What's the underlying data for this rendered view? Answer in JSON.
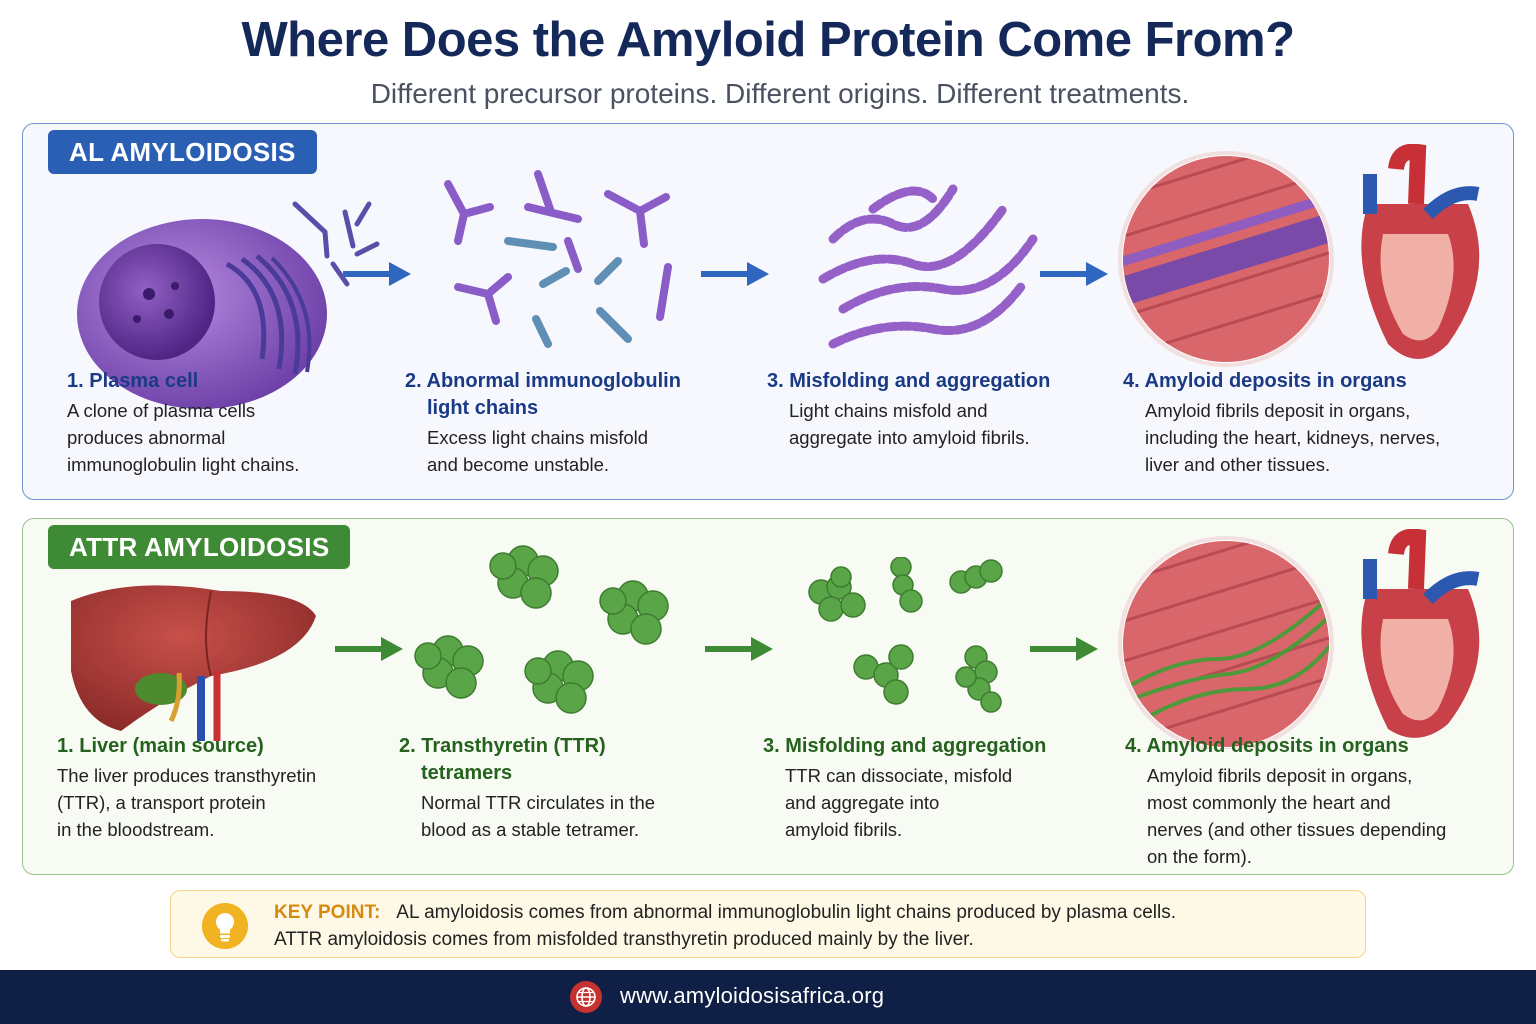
{
  "title": "Where Does the Amyloid Protein Come From?",
  "subtitle": "Different precursor proteins. Different origins. Different treatments.",
  "al": {
    "badge": "AL AMYLOIDOSIS",
    "steps": [
      {
        "title": "1. Plasma cell",
        "desc": [
          "A clone of plasma cells",
          "produces abnormal",
          "immunoglobulin light chains."
        ]
      },
      {
        "title": "2. Abnormal immunoglobulin",
        "title2": "light chains",
        "desc": [
          "Excess light chains misfold",
          "and become unstable."
        ]
      },
      {
        "title": "3. Misfolding and aggregation",
        "desc": [
          "Light chains misfold and",
          "aggregate into amyloid fibrils."
        ]
      },
      {
        "title": "4. Amyloid deposits in organs",
        "desc": [
          "Amyloid fibrils deposit in organs,",
          "including the heart, kidneys, nerves,",
          "liver and other tissues."
        ]
      }
    ]
  },
  "attr": {
    "badge": "ATTR AMYLOIDOSIS",
    "steps": [
      {
        "title": "1. Liver (main source)",
        "desc": [
          "The liver produces transthyretin",
          "(TTR), a transport protein",
          "in the bloodstream."
        ]
      },
      {
        "title": "2. Transthyretin (TTR)",
        "title2": "tetramers",
        "desc": [
          "Normal TTR circulates in the",
          "blood as a stable tetramer."
        ]
      },
      {
        "title": "3. Misfolding and aggregation",
        "desc": [
          "TTR can dissociate, misfold",
          "and aggregate into",
          "amyloid fibrils."
        ]
      },
      {
        "title": "4. Amyloid deposits in organs",
        "desc": [
          "Amyloid fibrils deposit in organs,",
          "most commonly the heart and",
          "nerves (and other tissues depending",
          "on the form)."
        ]
      }
    ]
  },
  "key_point": {
    "label": "KEY POINT:",
    "line1": "AL amyloidosis comes from abnormal immunoglobulin light chains produced by plasma cells.",
    "line2": "ATTR amyloidosis comes from misfolded transthyretin produced mainly by the liver."
  },
  "footer": {
    "url": "www.amyloidosisafrica.org"
  },
  "colors": {
    "al_accent": "#2a5fb4",
    "attr_accent": "#3f8a34",
    "title": "#14295a",
    "footer_bg": "#0f1f45",
    "key_point": "#d68a10"
  }
}
